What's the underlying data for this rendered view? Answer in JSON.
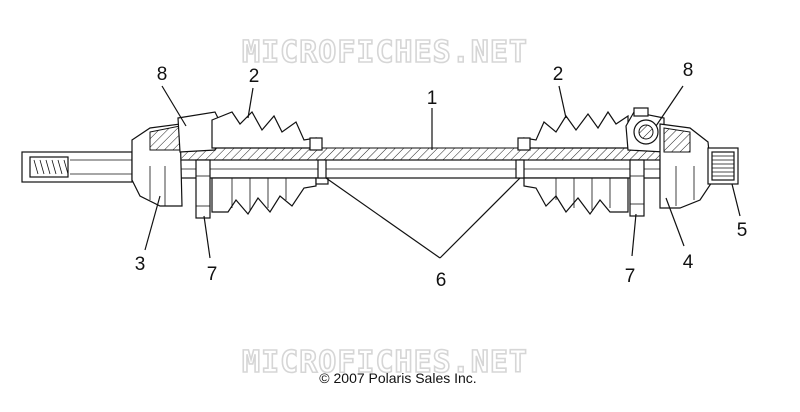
{
  "watermarks": {
    "top": "MICROFICHES.NET",
    "bottom": "MICROFICHES.NET"
  },
  "callouts": {
    "c1": "1",
    "c2_left": "2",
    "c2_right": "2",
    "c3": "3",
    "c4": "4",
    "c5": "5",
    "c6": "6",
    "c7_left": "7",
    "c7_right": "7",
    "c8_left": "8",
    "c8_right": "8"
  },
  "copyright": "© 2007 Polaris Sales Inc."
}
